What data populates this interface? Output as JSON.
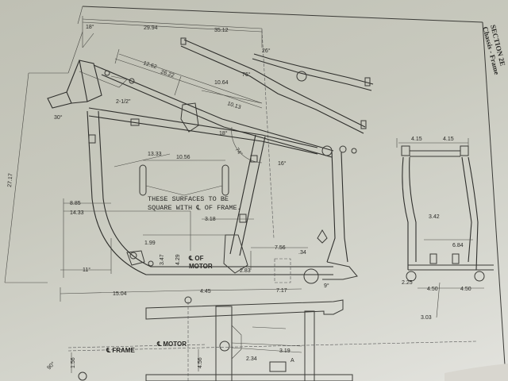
{
  "header": {
    "section": "SECTION 2E",
    "subtitle": "Chassis - Frame"
  },
  "dimensions": {
    "top_left_angle": "18°",
    "d29_94": "29.94",
    "d35_12": "35.12",
    "angle_26": "26°",
    "angle_76": "76°",
    "d12_62": "12.62",
    "d26_22": "26.22",
    "d10_64": "10.64",
    "d10_13": "10.13",
    "d2_1_2": "2-1/2\"",
    "angle_30": "30°",
    "angle_18b": "18°",
    "angle_74": "74°",
    "angle_16": "16°",
    "d13_33": "13.33",
    "d10_56": "10.56",
    "d27_17": "27.17",
    "d8_85": "8.85",
    "d14_33": "14.33",
    "d3_18": "3.18",
    "d1_99": "1.99",
    "d3_47": "3.47",
    "d4_29": "4.29",
    "d11": "11°",
    "d7_56": "7.56",
    "d_34": ".34",
    "d2_83": "2.83",
    "d15_04": "15.04",
    "d4_45": "4.45",
    "d7_17": "7.17",
    "angle_9": "9°",
    "d4_15a": "4.15",
    "d4_15b": "4.15",
    "d3_42": "3.42",
    "d6_84": "6.84",
    "d2_25": "2.25",
    "d4_50a": "4.50",
    "d4_50b": "4.50",
    "d3_03": "3.03",
    "d1_56": "1.56",
    "d4_56": "4.56",
    "d3_19": "3.19",
    "d2_34": "2.34",
    "angle_90": "90°",
    "label_a": "A"
  },
  "notes": {
    "surfaces_line1": "THESE SURFACES TO BE",
    "surfaces_line2": "SQUARE WITH ℄ OF FRAME.",
    "cl_motor_1": "℄ OF",
    "cl_motor_2": "MOTOR",
    "cl_frame": "℄ FRAME",
    "cl_motor_plan": "℄ MOTOR"
  }
}
